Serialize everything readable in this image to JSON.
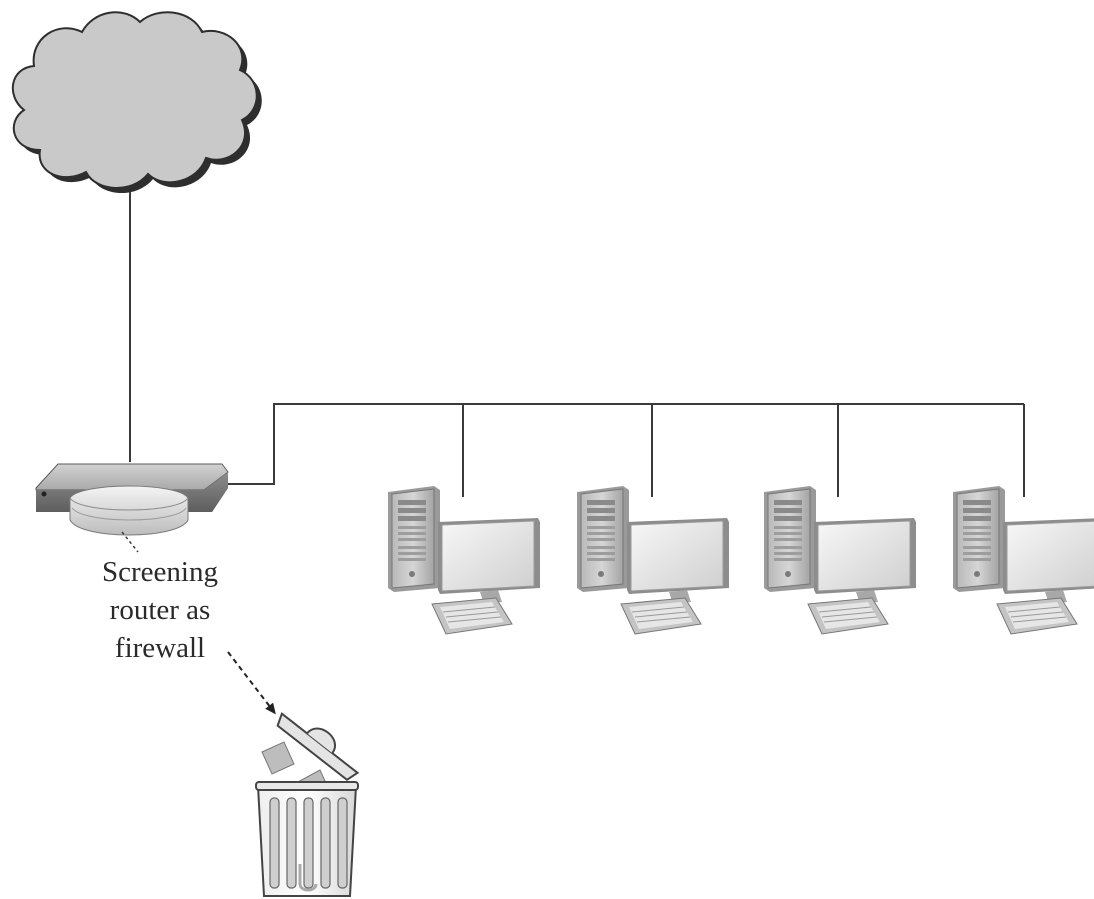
{
  "diagram": {
    "label_lines": [
      "Screening",
      "router as",
      "firewall"
    ],
    "nodes": [
      {
        "id": "internet",
        "icon": "cloud-icon"
      },
      {
        "id": "router",
        "icon": "router-icon"
      },
      {
        "id": "workstation-1",
        "icon": "workstation-icon"
      },
      {
        "id": "workstation-2",
        "icon": "workstation-icon"
      },
      {
        "id": "workstation-3",
        "icon": "workstation-icon"
      },
      {
        "id": "workstation-4",
        "icon": "workstation-icon"
      },
      {
        "id": "discard",
        "icon": "trash-can-icon"
      }
    ],
    "colors": {
      "line": "#3a3a3a",
      "cloud_fill": "#c9c9c9",
      "cloud_shadow": "#2e2e2e",
      "device_light": "#e2e2e2",
      "device_mid": "#b4b4b4",
      "device_dark": "#7a7a7a"
    }
  }
}
